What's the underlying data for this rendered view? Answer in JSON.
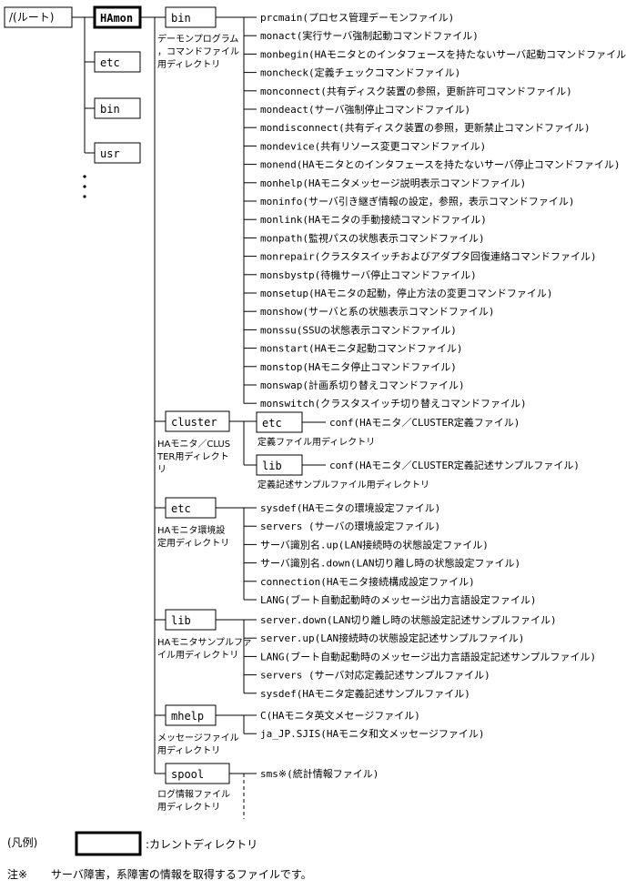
{
  "root": {
    "label": "/(ルート)"
  },
  "top_dirs": [
    {
      "name": "HAmon",
      "current": true
    },
    {
      "name": "etc"
    },
    {
      "name": "bin"
    },
    {
      "name": "usr"
    }
  ],
  "hamon_subdirs": [
    {
      "name": "bin",
      "desc": [
        "デーモンプログラム",
        "，コマンドファイル",
        "用ディレクトリ"
      ],
      "files": [
        "prcmain(プロセス管理デーモンファイル)",
        "monact(実行サーバ強制起動コマンドファイル)",
        "monbegin(HAモニタとのインタフェースを持たないサーバ起動コマンドファイル)",
        "moncheck(定義チェックコマンドファイル)",
        "monconnect(共有ディスク装置の参照，更新許可コマンドファイル)",
        "mondeact(サーバ強制停止コマンドファイル)",
        "mondisconnect(共有ディスク装置の参照，更新禁止コマンドファイル)",
        "mondevice(共有リソース変更コマンドファイル)",
        "monend(HAモニタとのインタフェースを持たないサーバ停止コマンドファイル)",
        "monhelp(HAモニタメッセージ説明表示コマンドファイル)",
        "moninfo(サーバ引き継ぎ情報の設定，参照，表示コマンドファイル)",
        "monlink(HAモニタの手動接続コマンドファイル)",
        "monpath(監視パスの状態表示コマンドファイル)",
        "monrepair(クラスタスイッチおよびアダプタ回復連絡コマンドファイル)",
        "monsbystp(待機サーバ停止コマンドファイル)",
        "monsetup(HAモニタの起動，停止方法の変更コマンドファイル)",
        "monshow(サーバと系の状態表示コマンドファイル)",
        "monssu(SSUの状態表示コマンドファイル)",
        "monstart(HAモニタ起動コマンドファイル)",
        "monstop(HAモニタ停止コマンドファイル)",
        "monswap(計画系切り替えコマンドファイル)",
        "monswitch(クラスタスイッチ切り替えコマンドファイル)"
      ]
    },
    {
      "name": "cluster",
      "desc": [
        "HAモニタ／CLUS",
        "TER用ディレクト",
        "リ"
      ],
      "subdirs": [
        {
          "name": "etc",
          "file": "conf(HAモニタ／CLUSTER定義ファイル)",
          "desc": "定義ファイル用ディレクトリ"
        },
        {
          "name": "lib",
          "file": "conf(HAモニタ／CLUSTER定義記述サンプルファイル)",
          "desc": "定義記述サンプルファイル用ディレクトリ"
        }
      ]
    },
    {
      "name": "etc",
      "desc": [
        "HAモニタ環境設",
        "定用ディレクトリ"
      ],
      "files": [
        "sysdef(HAモニタの環境設定ファイル)",
        "servers (サーバの環境設定ファイル)",
        "サーバ識別名.up(LAN接続時の状態設定ファイル)",
        "サーバ識別名.down(LAN切り離し時の状態設定ファイル)",
        "connection(HAモニタ接続構成設定ファイル)",
        "LANG(ブート自動起動時のメッセージ出力言語設定ファイル)"
      ]
    },
    {
      "name": "lib",
      "desc": [
        "HAモニタサンプルファ",
        "イル用ディレクトリ"
      ],
      "files": [
        "server.down(LAN切り離し時の状態設定記述サンプルファイル)",
        "server.up(LAN接続時の状態設定記述サンプルファイル)",
        "LANG(ブート自動起動時のメッセージ出力言語設定記述サンプルファイル)",
        "servers (サーバ対応定義記述サンプルファイル)",
        "sysdef(HAモニタ定義記述サンプルファイル)"
      ]
    },
    {
      "name": "mhelp",
      "desc": [
        "メッセージファイル",
        "用ディレクトリ"
      ],
      "files": [
        "C(HAモニタ英文メセージファイル)",
        "ja_JP.SJIS(HAモニタ和文メッセージファイル)"
      ]
    },
    {
      "name": "spool",
      "desc": [
        "ログ情報ファイル",
        "用ディレクトリ"
      ],
      "files": [
        "sms※(統計情報ファイル)"
      ]
    }
  ],
  "legend": {
    "title": "(凡例)",
    "text": ":カレントディレクトリ"
  },
  "note": {
    "mark": "注※",
    "text": "サーバ障害，系障害の情報を取得するファイルです。"
  }
}
